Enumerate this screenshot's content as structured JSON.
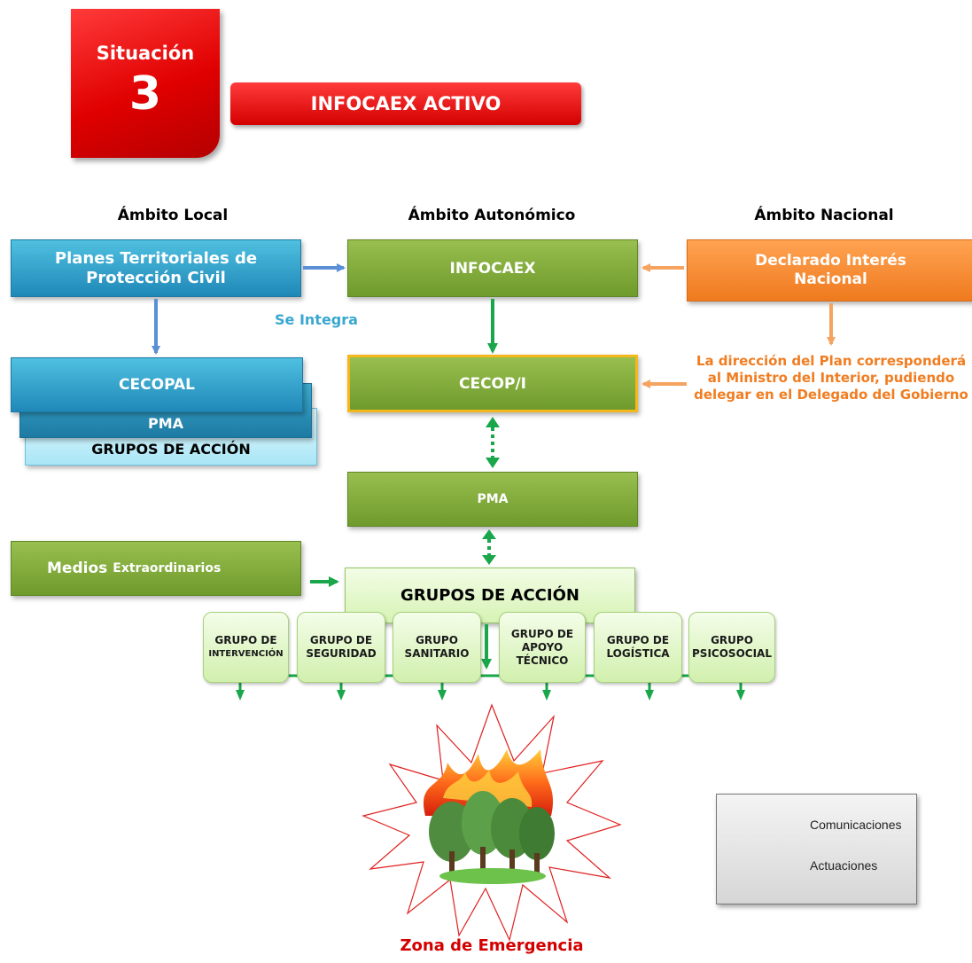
{
  "badge": {
    "label": "Situación",
    "number": "3"
  },
  "title": "INFOCAEX ACTIVO",
  "columns": {
    "local": "Ámbito Local",
    "autonomico": "Ámbito Autonómico",
    "nacional": "Ámbito Nacional"
  },
  "local": {
    "planes": "Planes Territoriales de Protección Civil",
    "integra": "Se Integra",
    "cecopal": "CECOPAL",
    "pma": "PMA",
    "grupos": "GRUPOS DE ACCIÓN"
  },
  "autonomico": {
    "infocaex": "INFOCAEX",
    "cecop": "CECOP/I",
    "pma": "PMA",
    "grupos": "GRUPOS DE ACCIÓN"
  },
  "nacional": {
    "declarado": "Declarado Interés Nacional",
    "direccion": "La dirección del Plan corresponderá al Ministro del Interior, pudiendo delegar en el Delegado del Gobierno"
  },
  "medios": {
    "bold": "Medios",
    "rest": "Extraordinarios"
  },
  "groups": [
    {
      "line1": "GRUPO DE",
      "line2": "INTERVENCIÓN",
      "line3": ""
    },
    {
      "line1": "GRUPO DE",
      "line2": "SEGURIDAD",
      "line3": ""
    },
    {
      "line1": "GRUPO",
      "line2": "SANITARIO",
      "line3": ""
    },
    {
      "line1": "GRUPO DE",
      "line2": "APOYO",
      "line3": "TÉCNICO"
    },
    {
      "line1": "GRUPO DE",
      "line2": "LOGÍSTICA",
      "line3": ""
    },
    {
      "line1": "GRUPO",
      "line2": "PSICOSOCIAL",
      "line3": ""
    }
  ],
  "zona": "Zona de Emergencia",
  "legend": {
    "comunicaciones": "Comunicaciones",
    "actuaciones": "Actuaciones"
  },
  "colors": {
    "red": "#e00000",
    "blue": "#2a96c4",
    "green": "#7ba436",
    "orange": "#f07d21",
    "arrow_green": "#1aa64a",
    "arrow_blue": "#5b8fd6"
  }
}
